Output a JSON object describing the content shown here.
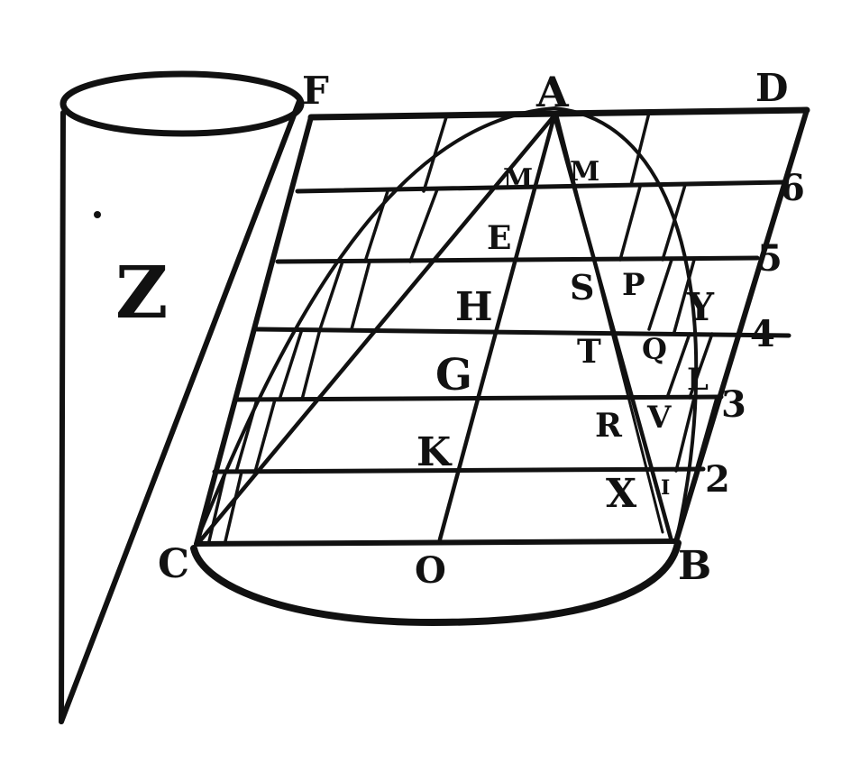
{
  "labels": {
    "F": "F",
    "A": "A",
    "D": "D",
    "Z": "Z",
    "M1": "M",
    "M2": "M",
    "E": "E",
    "H": "H",
    "G": "G",
    "K": "K",
    "S": "S",
    "P": "P",
    "Y": "Y",
    "T": "T",
    "Q": "Q",
    "L": "L",
    "R": "R",
    "V": "V",
    "X": "X",
    "I": "I",
    "C": "C",
    "O": "O",
    "B": "B",
    "n6": "6",
    "n5": "5",
    "n4": "4",
    "n3": "3",
    "n2": "2"
  },
  "colors": {
    "ink": "#111111",
    "paper": "#ffffff"
  }
}
